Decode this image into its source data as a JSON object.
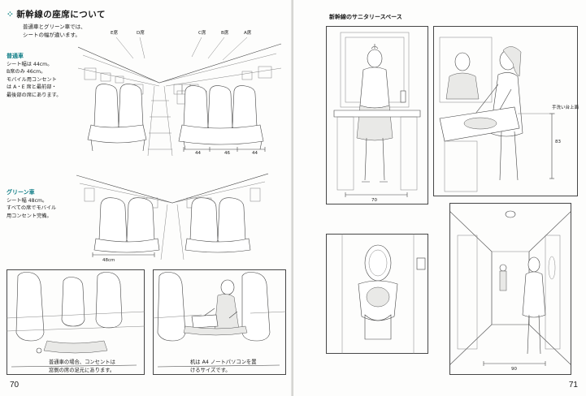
{
  "left_page": {
    "title": "新幹線の座席について",
    "intro": [
      "普通車とグリーン車では、",
      "シートの幅が違います。"
    ],
    "ordinary": {
      "heading": "普通車",
      "text": [
        "シート幅は 44cm。",
        "B席のみ 46cm。",
        "モバイル用コンセント",
        "は A・E 席と最前部・",
        "最後部の席にあります。"
      ],
      "seat_labels": [
        "E席",
        "D席",
        "C席",
        "B席",
        "A席"
      ],
      "dims": [
        "44",
        "46",
        "44"
      ]
    },
    "green": {
      "heading": "グリーン車",
      "text": [
        "シート幅 48cm。",
        "すべての席でモバイル",
        "用コンセント完備。"
      ],
      "dim": "48cm"
    },
    "captions": {
      "bottom_left": [
        "普通車の場合、コンセントは",
        "窓側の席の足元にあります。"
      ],
      "bottom_right": [
        "机は A4 ノートパソコンを置",
        "けるサイズです。"
      ]
    },
    "page_number": "70"
  },
  "right_page": {
    "heading": "新幹線のサニタリースペース",
    "washstand_label": "手洗い台上面",
    "dims": {
      "washroom_width": "70",
      "washstand_height": "83",
      "corridor_width": "90"
    },
    "page_number": "71"
  },
  "icons": {
    "title_mark": "diamond-dots-icon"
  }
}
